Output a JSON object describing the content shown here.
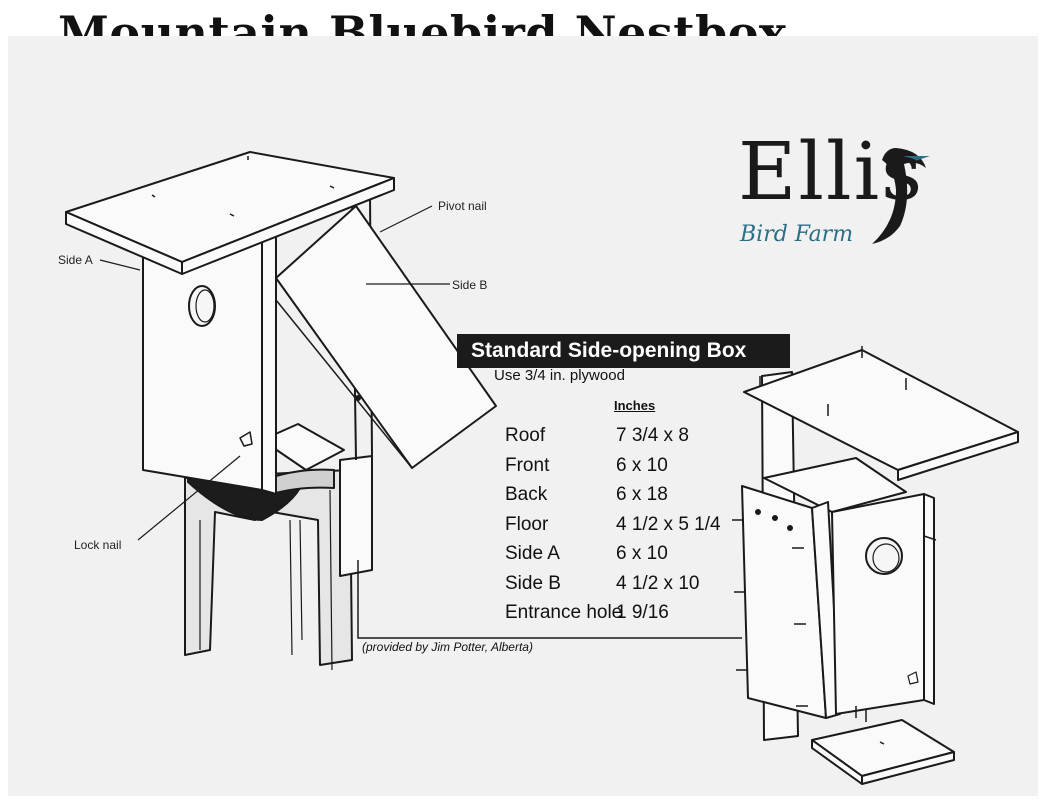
{
  "title": "Mountain Bluebird Nestbox",
  "logo": {
    "word": "Ellis",
    "sub": "Bird Farm"
  },
  "labels": {
    "pivot_nail": "Pivot nail",
    "side_a": "Side A",
    "side_b": "Side B",
    "lock_nail": "Lock nail"
  },
  "spec": {
    "heading": "Standard Side-opening Box",
    "material": "Use 3/4 in. plywood",
    "column_header": "Inches",
    "parts": [
      {
        "name": "Roof",
        "dim": "7 3/4 x 8"
      },
      {
        "name": "Front",
        "dim": "6 x 10"
      },
      {
        "name": "Back",
        "dim": "6 x 18"
      },
      {
        "name": "Floor",
        "dim": "4 1/2 x 5 1/4"
      },
      {
        "name": "Side A",
        "dim": "6 x 10"
      },
      {
        "name": "Side B",
        "dim": "4 1/2 x 10"
      },
      {
        "name": "Entrance hole",
        "dim": "1 9/16"
      }
    ]
  },
  "credit": "(provided by Jim Potter, Alberta)",
  "colors": {
    "logo_accent": "#2b6f86",
    "header_bg": "#1b1b1b"
  }
}
